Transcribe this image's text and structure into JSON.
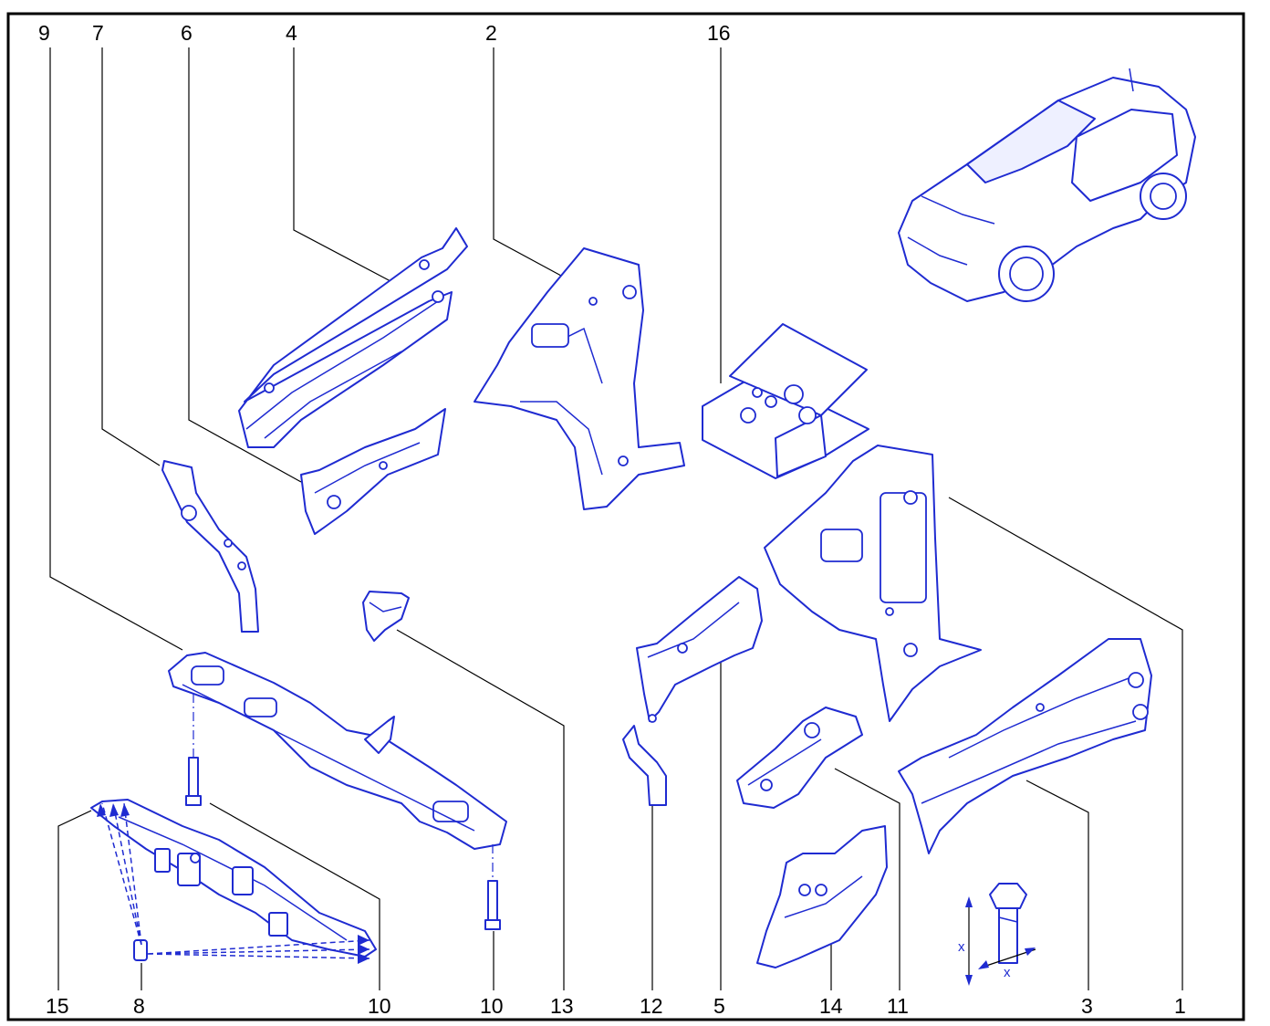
{
  "callouts_top": [
    "9",
    "7",
    "6",
    "4",
    "2",
    "16"
  ],
  "callouts_bottom": [
    "15",
    "8",
    "10",
    "10",
    "13",
    "12",
    "5",
    "14",
    "11",
    "3",
    "1"
  ],
  "dimension_labels": [
    "x",
    "x"
  ],
  "colors": {
    "part_stroke": "#1f2bd1",
    "leader_line": "#000000",
    "background": "#ffffff"
  }
}
